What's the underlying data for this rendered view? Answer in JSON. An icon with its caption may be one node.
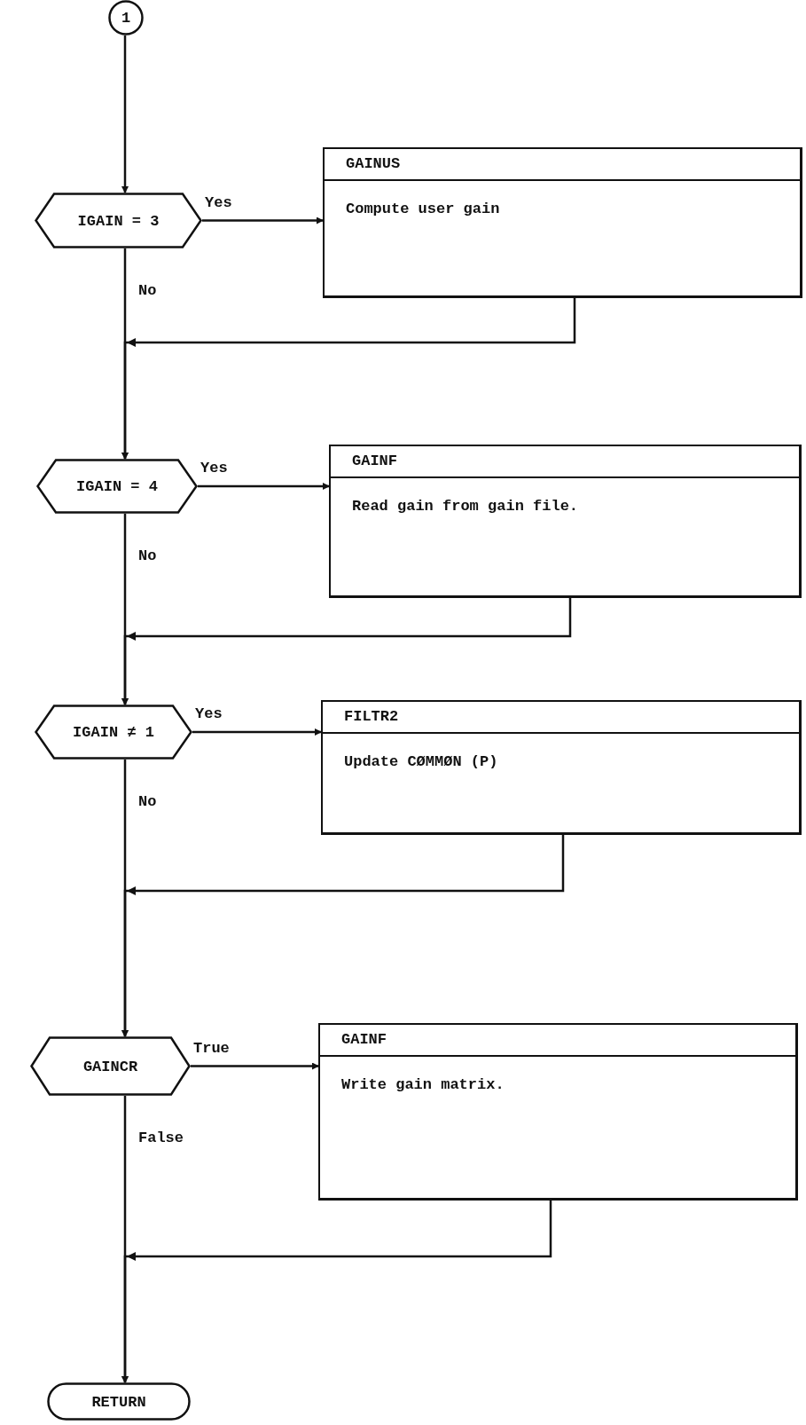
{
  "diagram": {
    "nodes": [
      {
        "text": [
          "1"
        ]
      },
      {
        "text": [
          "IGAIN = 3"
        ]
      },
      {
        "text": [
          "GAINUS",
          "Compute user gain"
        ]
      },
      {
        "text": [
          "IGAIN = 4"
        ]
      },
      {
        "text": [
          "GAINF",
          "Read gain from gain file."
        ]
      },
      {
        "text": [
          "IGAIN ≠ 1"
        ]
      },
      {
        "text": [
          "FILTR2",
          "Update CØMMØN (P)"
        ]
      },
      {
        "text": [
          "GAINCR"
        ]
      },
      {
        "text": [
          "GAINF",
          "Write gain matrix."
        ]
      },
      {
        "text": [
          "RETURN"
        ]
      }
    ],
    "edges": [
      {
        "from": 0,
        "to": 1,
        "arrow": "to"
      },
      {
        "from": 1,
        "to": 2,
        "arrow": "to",
        "label": "Yes"
      },
      {
        "from": 2,
        "to": 3,
        "arrow": "to"
      },
      {
        "from": 1,
        "to": 3,
        "arrow": "to",
        "label": "No"
      },
      {
        "from": 3,
        "to": 4,
        "arrow": "to",
        "label": "Yes"
      },
      {
        "from": 4,
        "to": 5,
        "arrow": "to"
      },
      {
        "from": 3,
        "to": 5,
        "arrow": "to",
        "label": "No"
      },
      {
        "from": 5,
        "to": 6,
        "arrow": "to",
        "label": "Yes"
      },
      {
        "from": 6,
        "to": 7,
        "arrow": "to"
      },
      {
        "from": 5,
        "to": 7,
        "arrow": "to",
        "label": "No"
      },
      {
        "from": 7,
        "to": 8,
        "arrow": "to",
        "label": "True"
      },
      {
        "from": 8,
        "to": 9,
        "arrow": "to"
      },
      {
        "from": 7,
        "to": 9,
        "arrow": "to",
        "label": "False"
      }
    ]
  }
}
